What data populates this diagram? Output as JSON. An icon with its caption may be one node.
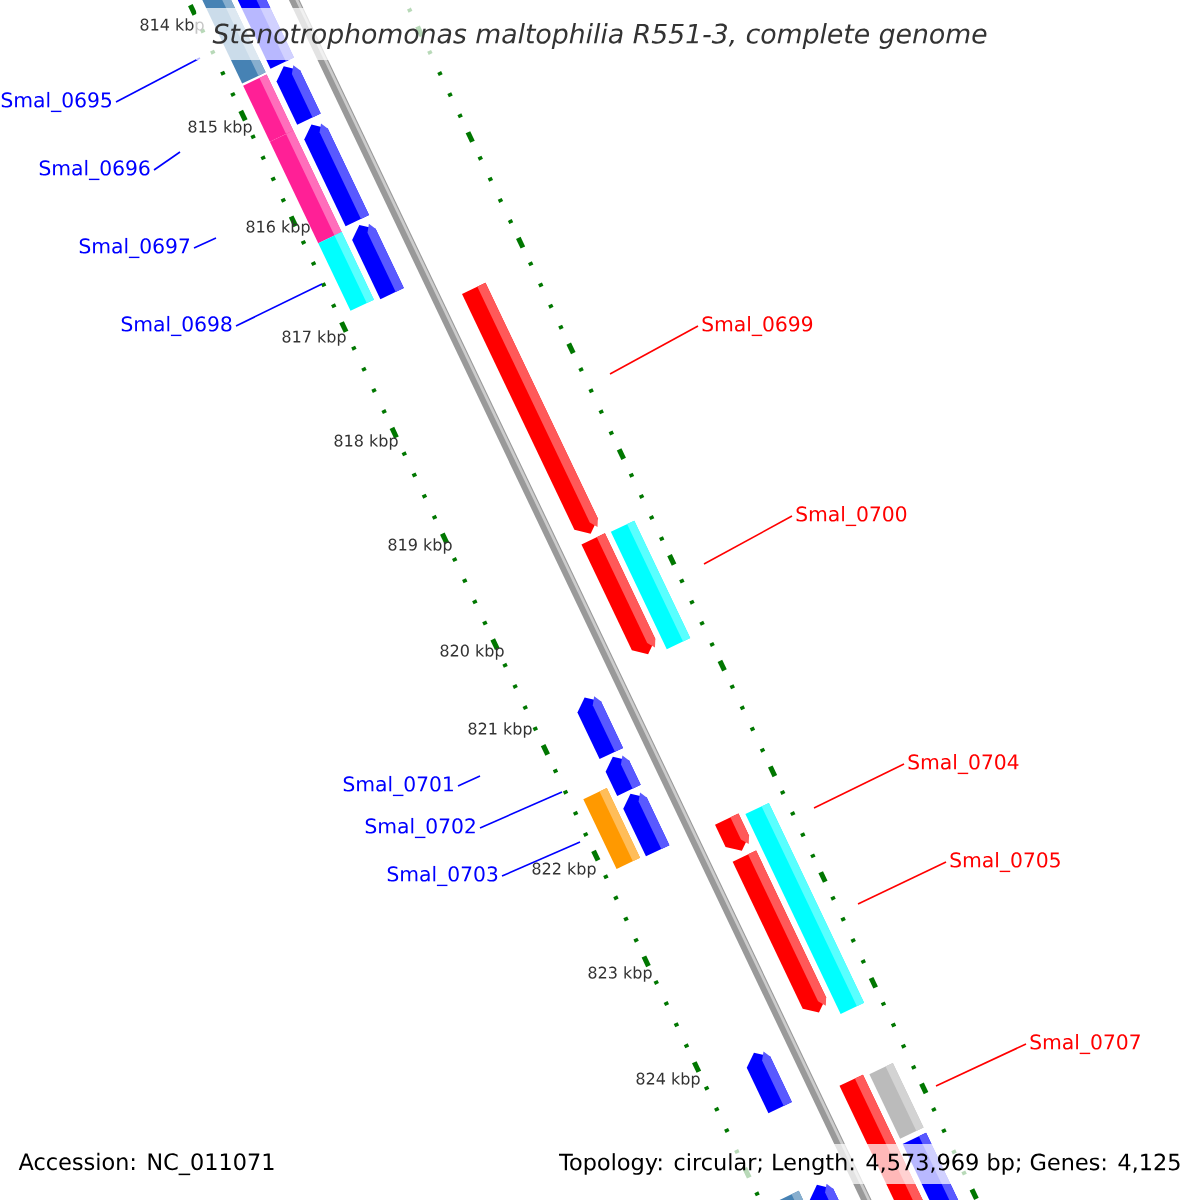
{
  "diagram": {
    "title": "Stenotrophomonas maltophilia R551-3, complete genome",
    "nodes": [
      {
        "text": [
          "Smal_0695"
        ]
      },
      {
        "text": [
          "Smal_0696"
        ]
      },
      {
        "text": [
          "Smal_0697"
        ]
      },
      {
        "text": [
          "Smal_0698"
        ]
      },
      {
        "text": [
          "Smal_0699"
        ]
      },
      {
        "text": [
          "Smal_0700"
        ]
      },
      {
        "text": [
          "Smal_0704"
        ]
      },
      {
        "text": [
          "Smal_0701"
        ]
      },
      {
        "text": [
          "Smal_0702"
        ]
      },
      {
        "text": [
          "Smal_0705"
        ]
      },
      {
        "text": [
          "Smal_0703"
        ]
      },
      {
        "text": [
          "Smal_0707"
        ]
      }
    ],
    "edges": [
      {
        "from": 0,
        "to": null,
        "arrow": "none"
      },
      {
        "from": 1,
        "to": null,
        "arrow": "none"
      },
      {
        "from": 2,
        "to": null,
        "arrow": "none"
      },
      {
        "from": 3,
        "to": null,
        "arrow": "none"
      },
      {
        "from": 4,
        "to": null,
        "arrow": "none",
        "color": "#ff0000"
      },
      {
        "from": 5,
        "to": null,
        "arrow": "none",
        "color": "#ff0000"
      },
      {
        "from": 6,
        "to": null,
        "arrow": "none",
        "color": "#ff0000"
      },
      {
        "from": 7,
        "to": null,
        "arrow": "none"
      },
      {
        "from": 8,
        "to": null,
        "arrow": "none"
      },
      {
        "from": 9,
        "to": null,
        "arrow": "none",
        "color": "#ff0000"
      },
      {
        "from": 10,
        "to": null,
        "arrow": "none"
      },
      {
        "from": 11,
        "to": null,
        "arrow": "none",
        "color": "#ff0000"
      }
    ],
    "labels": [
      "814 kbp",
      "815 kbp",
      "816 kbp",
      "817 kbp",
      "818 kbp",
      "819 kbp",
      "820 kbp",
      "821 kbp",
      "822 kbp",
      "823 kbp",
      "824 kbp",
      "Accession: NC_011071",
      "Topology: circular; Length: 4,573,969 bp; Genes: 4,125"
    ]
  }
}
